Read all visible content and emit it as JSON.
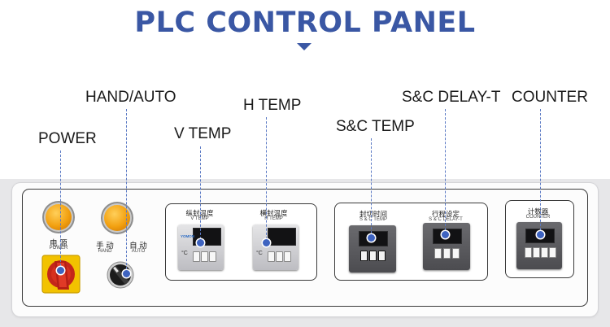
{
  "title": "PLC CONTROL PANEL",
  "colors": {
    "accent": "#3a57a4",
    "lamp": "#f2a010",
    "switch_red": "#d12a1e",
    "switch_yellow": "#f2c200"
  },
  "callouts": {
    "power": "POWER",
    "hand_auto": "HAND/AUTO",
    "v_temp": "V TEMP",
    "h_temp": "H TEMP",
    "sc_temp": "S&C TEMP",
    "sc_delay": "S&C DELAY-T",
    "counter": "COUNTER"
  },
  "panel": {
    "power": {
      "cn": "电 源",
      "en": "POWER"
    },
    "hand": {
      "cn": "手 动",
      "en": "HAND"
    },
    "auto": {
      "cn": "自 动",
      "en": "AUTO"
    },
    "v_temp": {
      "cn": "纵封温度",
      "en": "V TEMP",
      "brand": "YOMON"
    },
    "h_temp": {
      "cn": "横封温度",
      "en": "H TEMP"
    },
    "sc_time": {
      "cn": "封切时间",
      "en": "S & C TEMP"
    },
    "sc_delay": {
      "cn": "行程设定",
      "en": "S & C DELAY-T"
    },
    "counter": {
      "cn": "计数器",
      "en": "COUNTER"
    }
  },
  "icons": [
    "lamp-icon",
    "rotary-switch-icon",
    "selector-switch-icon",
    "temperature-controller-icon",
    "timer-relay-icon",
    "counter-icon"
  ]
}
